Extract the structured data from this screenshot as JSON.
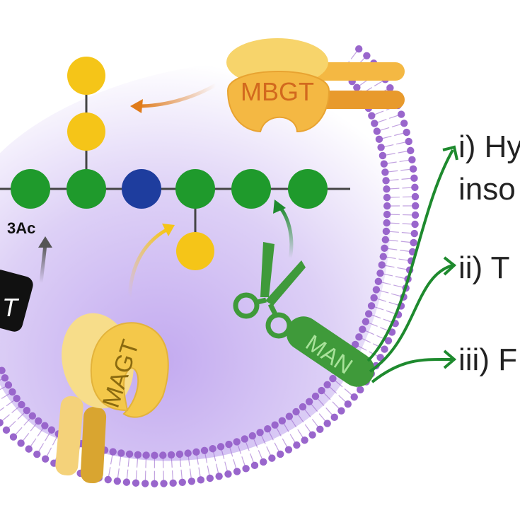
{
  "colors": {
    "glucose": "#1f9a2c",
    "mannose": "#f5c518",
    "central": "#1e3d9e",
    "membrane": "#9966cc",
    "interior": "#c9b3ee",
    "enzyme_yellow": "#f7d46b",
    "enzyme_orange": "#f4b843",
    "enzyme_text_orange": "#d2691e",
    "man_green": "#3f9a3a",
    "arrow_green": "#1e8a2e",
    "arrow_gray": "#555555",
    "arrow_orange": "#e07b1a"
  },
  "labels": {
    "acetyl": "3Ac",
    "black_tag": "T",
    "mbgt": "MBGT",
    "magt": "MAGT",
    "man": "MAN"
  },
  "outcomes": [
    {
      "label": "i) Hy"
    },
    {
      "label": "inso"
    },
    {
      "label": "ii) T"
    },
    {
      "label": "iii) F"
    }
  ],
  "icons": [
    "scissors-icon"
  ]
}
